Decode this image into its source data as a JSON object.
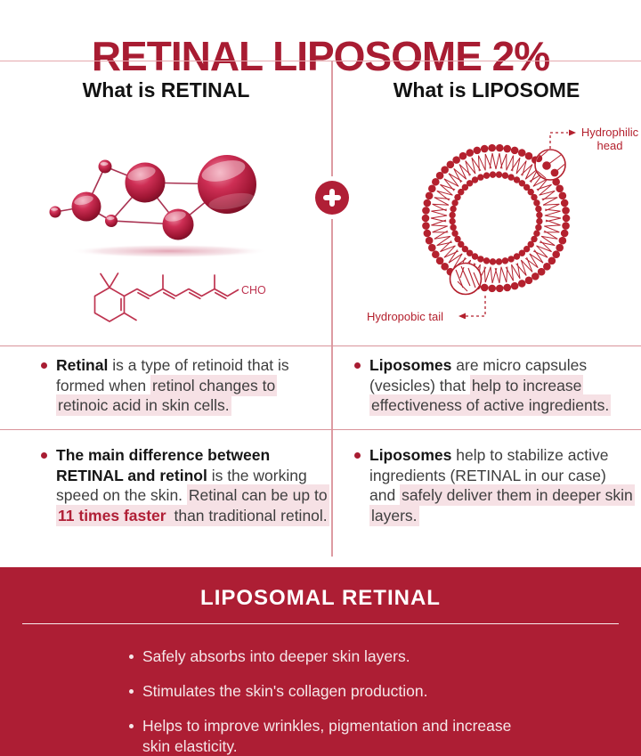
{
  "title": "RETINAL LIPOSOME 2%",
  "left": {
    "header": "What is RETINAL",
    "cho_label": "CHO",
    "points": [
      [
        {
          "t": "Retinal",
          "b": true
        },
        {
          "t": " is a type of retinoid that is formed when "
        },
        {
          "t": "retinol changes to retinoic acid in skin cells.",
          "hl": true
        }
      ],
      [
        {
          "t": "The main difference between RETINAL and retinol",
          "b": true
        },
        {
          "t": " is the working speed on the skin. "
        },
        {
          "t": "Retinal can be up to ",
          "hl": true
        },
        {
          "t": "11 times faster",
          "hl": true,
          "b": true,
          "red": true
        },
        {
          "t": " than traditional retinol.",
          "hl": true
        }
      ]
    ]
  },
  "right": {
    "header": "What is LIPOSOME",
    "labels": {
      "head": "Hydrophilic head",
      "tail": "Hydropobic tail"
    },
    "points": [
      [
        {
          "t": "Liposomes",
          "b": true
        },
        {
          "t": " are micro capsules (vesicles) that "
        },
        {
          "t": "help to increase effectiveness of active ingredients.",
          "hl": true
        }
      ],
      [
        {
          "t": "Liposomes",
          "b": true
        },
        {
          "t": " help to stabilize active ingredients (RETINAL in our case) and "
        },
        {
          "t": "safely deliver them in deeper skin layers.",
          "hl": true
        }
      ]
    ]
  },
  "plus_symbol": "+",
  "footer": {
    "title": "LIPOSOMAL RETINAL",
    "items": [
      "Safely absorbs into deeper skin layers.",
      "Stimulates the skin's collagen production.",
      "Helps to improve wrinkles, pigmentation and increase skin elasticity."
    ]
  },
  "colors": {
    "crimson_title": "#A81C32",
    "footer_bg": "#AD1E34",
    "accent_red": "#B01F36",
    "diagram_red": "#B4212E",
    "highlight_pink": "#F6E1E5"
  }
}
